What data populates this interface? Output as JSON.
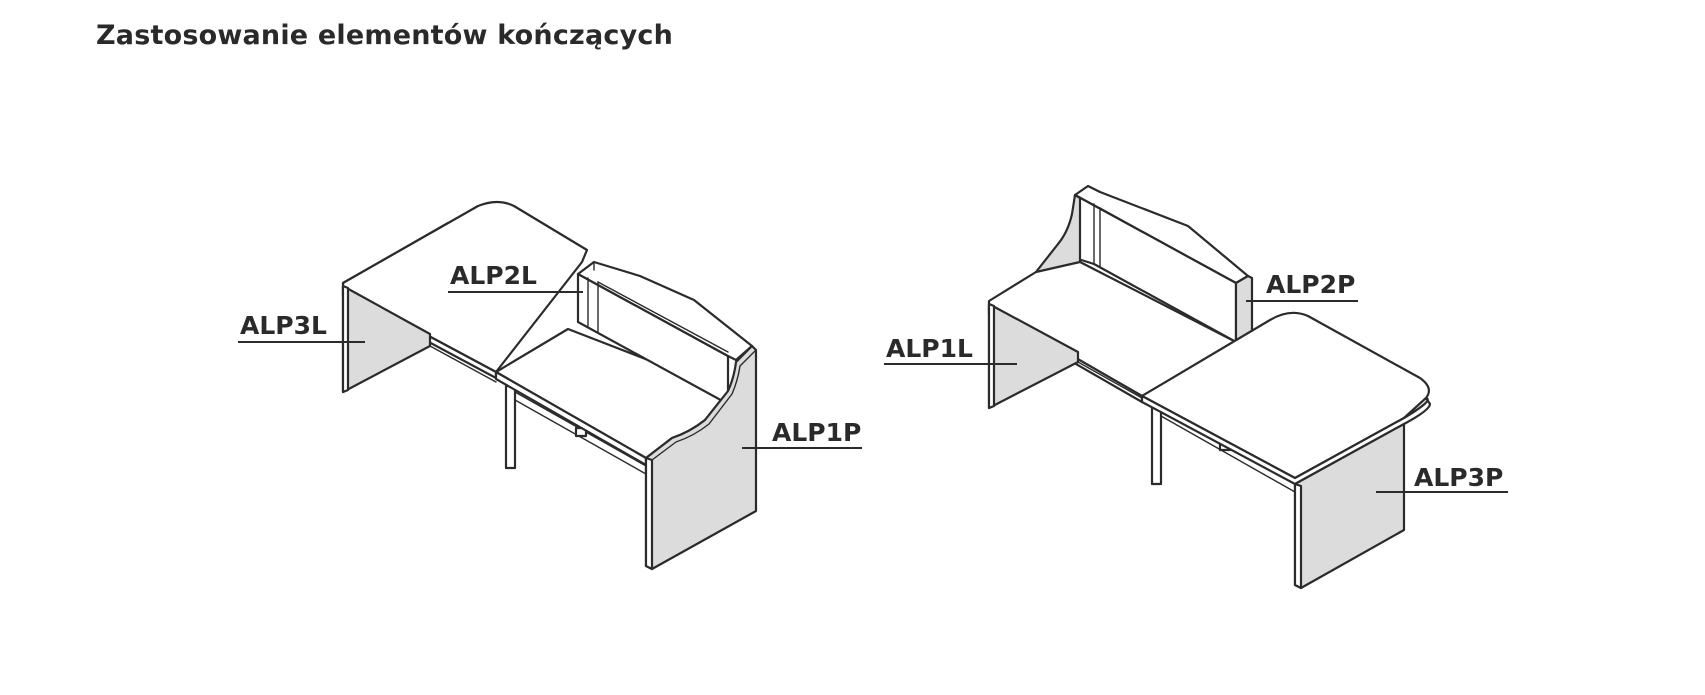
{
  "title": "Zastosowanie elementów kończących",
  "labels": {
    "alp3l": "ALP3L",
    "alp2l": "ALP2L",
    "alp1p": "ALP1P",
    "alp1l": "ALP1L",
    "alp2p": "ALP2P",
    "alp3p": "ALP3P"
  },
  "colors": {
    "line": "#2b2b2b",
    "panel_fill": "#dcdcdc",
    "text": "#2a2a2a"
  }
}
